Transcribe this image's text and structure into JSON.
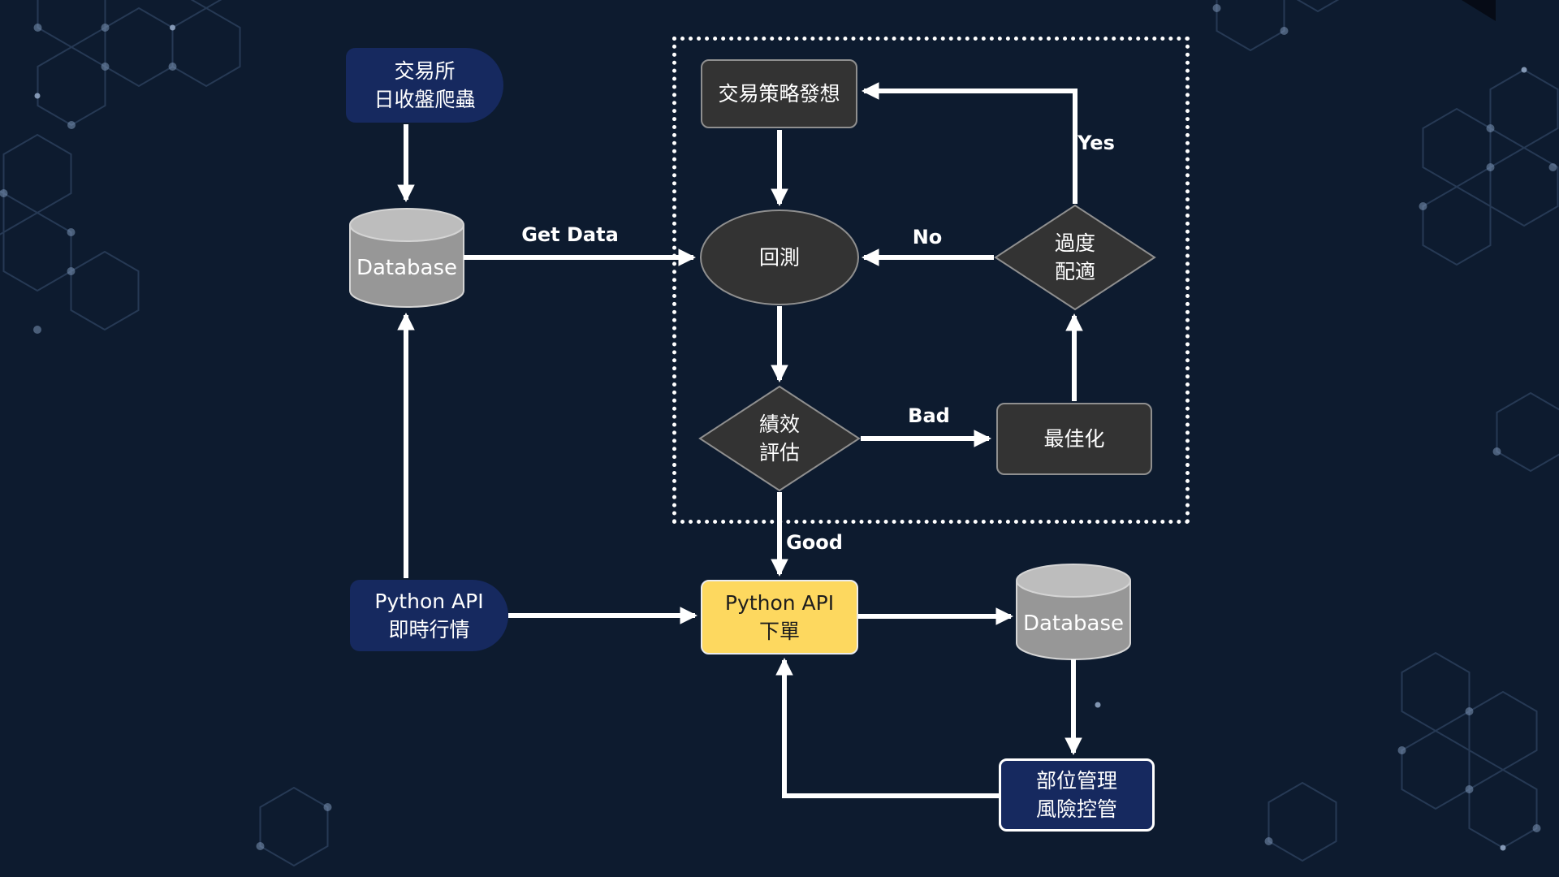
{
  "diagram": {
    "nodes": {
      "crawler": {
        "label": "交易所\n日收盤爬蟲"
      },
      "database_left": {
        "label": "Database"
      },
      "strategy": {
        "label": "交易策略發想"
      },
      "backtest": {
        "label": "回測"
      },
      "overfitting": {
        "label": "過度\n配適"
      },
      "evaluation": {
        "label": "績效\n評估"
      },
      "optimization": {
        "label": "最佳化"
      },
      "order_api": {
        "label": "Python API\n下單"
      },
      "realtime_api": {
        "label": "Python API\n即時行情"
      },
      "database_right": {
        "label": "Database"
      },
      "risk_management": {
        "label": "部位管理\n風險控管"
      }
    },
    "edge_labels": {
      "get_data": "Get Data",
      "no": "No",
      "yes": "Yes",
      "bad": "Bad",
      "good": "Good"
    },
    "colors": {
      "background": "#0d1b2f",
      "navy": "#16295f",
      "charcoal": "#333333",
      "yellow": "#fdd85f",
      "cylinder_gray": "#979797",
      "arrow": "#ffffff"
    }
  }
}
